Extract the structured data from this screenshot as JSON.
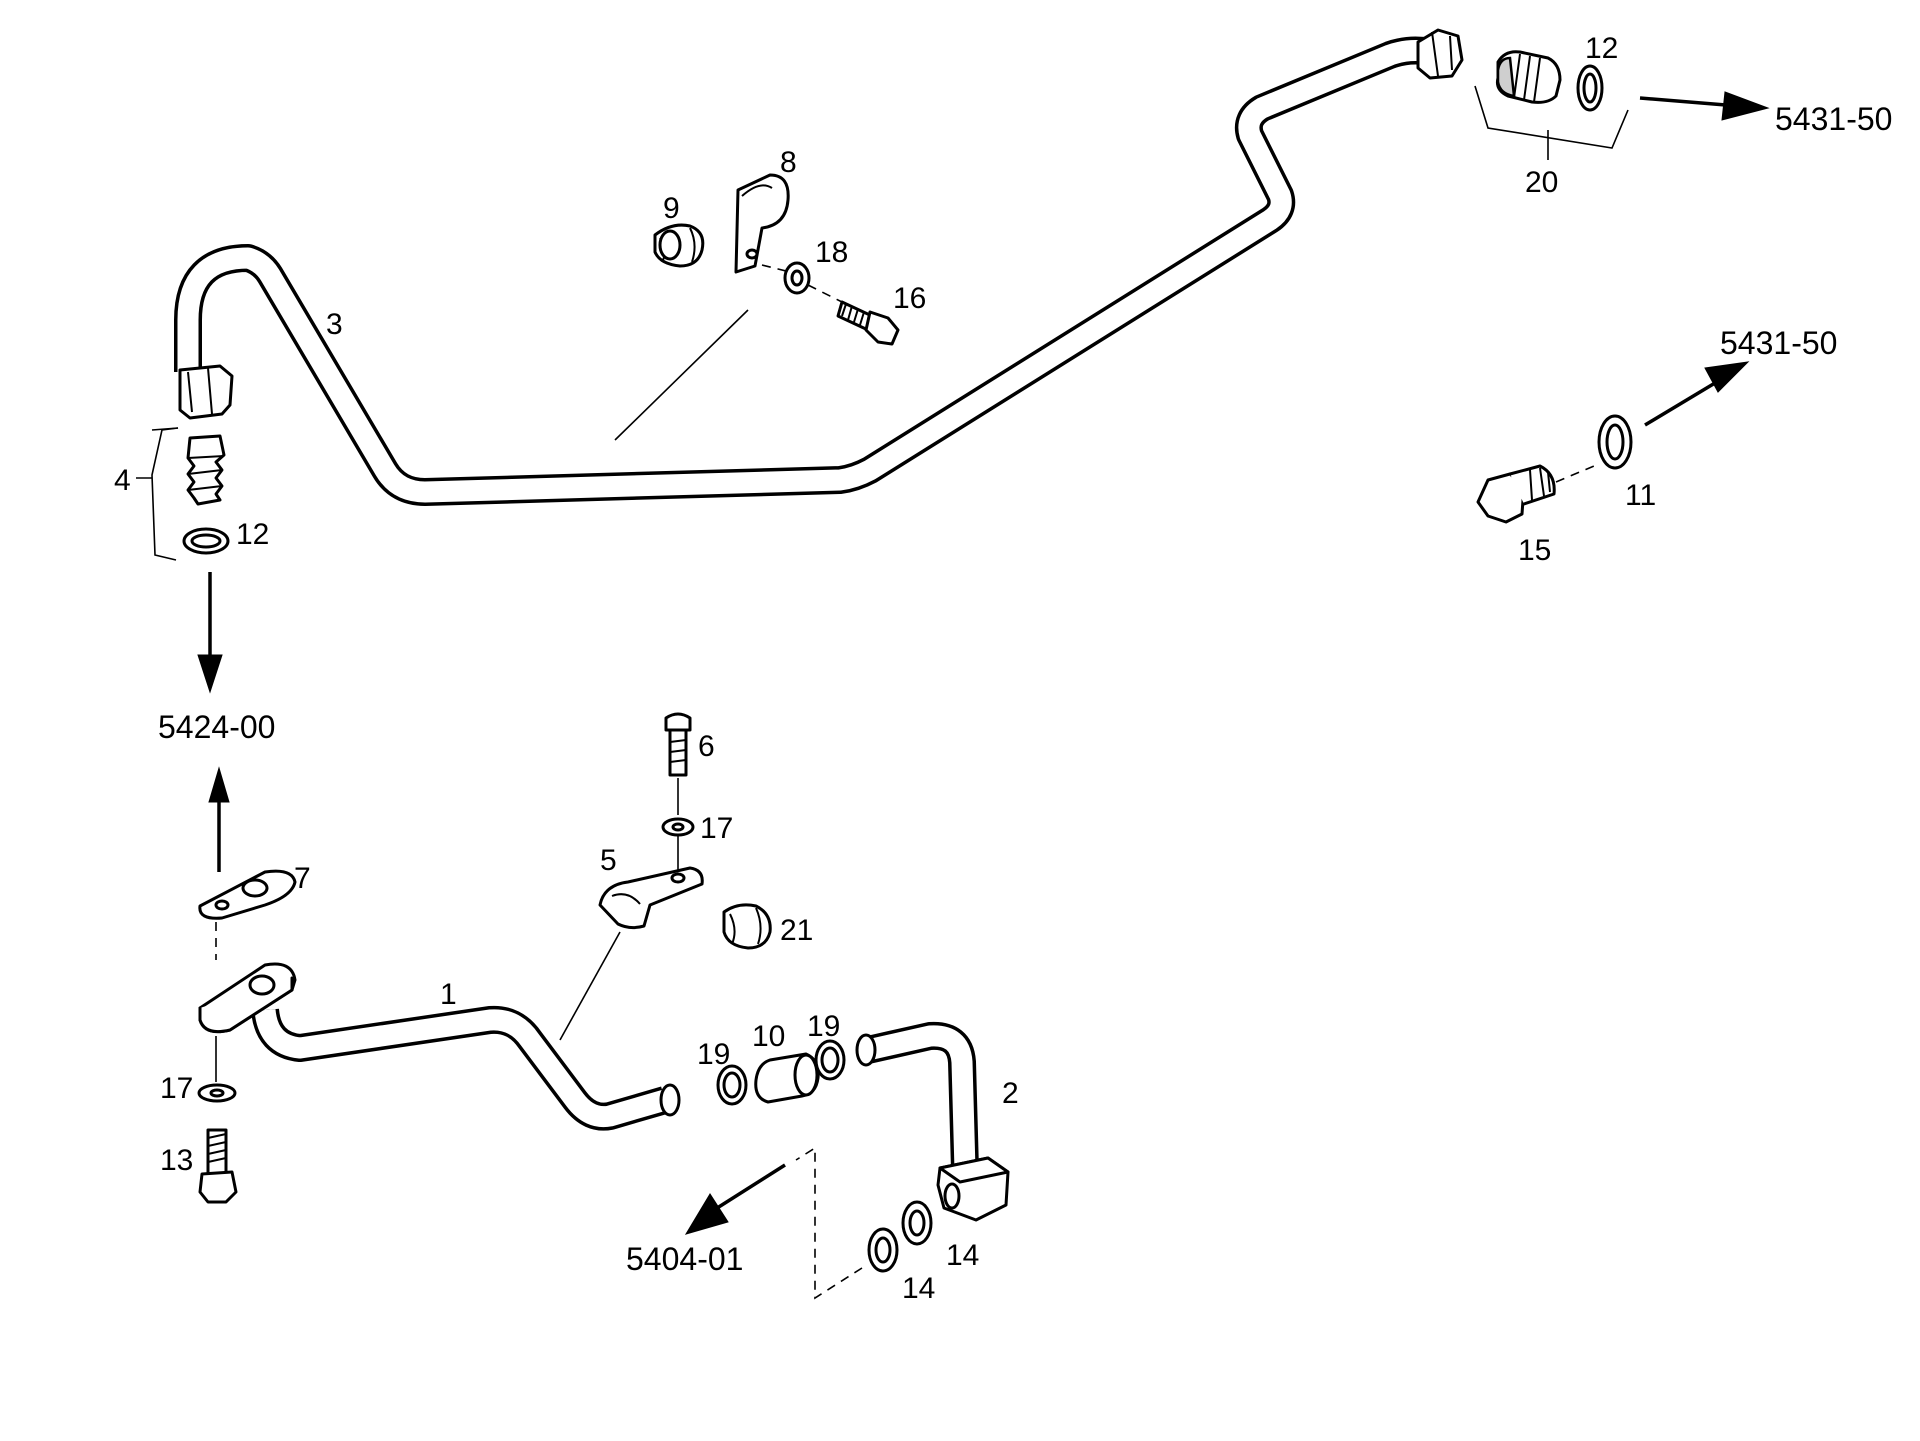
{
  "part_labels": {
    "p1": "1",
    "p2": "2",
    "p3": "3",
    "p4": "4",
    "p5": "5",
    "p6": "6",
    "p7": "7",
    "p8": "8",
    "p9": "9",
    "p10": "10",
    "p11": "11",
    "p12a": "12",
    "p12b": "12",
    "p13": "13",
    "p14a": "14",
    "p14b": "14",
    "p15": "15",
    "p16": "16",
    "p17a": "17",
    "p17b": "17",
    "p18": "18",
    "p19a": "19",
    "p19b": "19",
    "p20": "20",
    "p21": "21"
  },
  "references": {
    "top_right": "5431-50",
    "mid_right": "5431-50",
    "left": "5424-00",
    "bottom": "5404-01"
  }
}
